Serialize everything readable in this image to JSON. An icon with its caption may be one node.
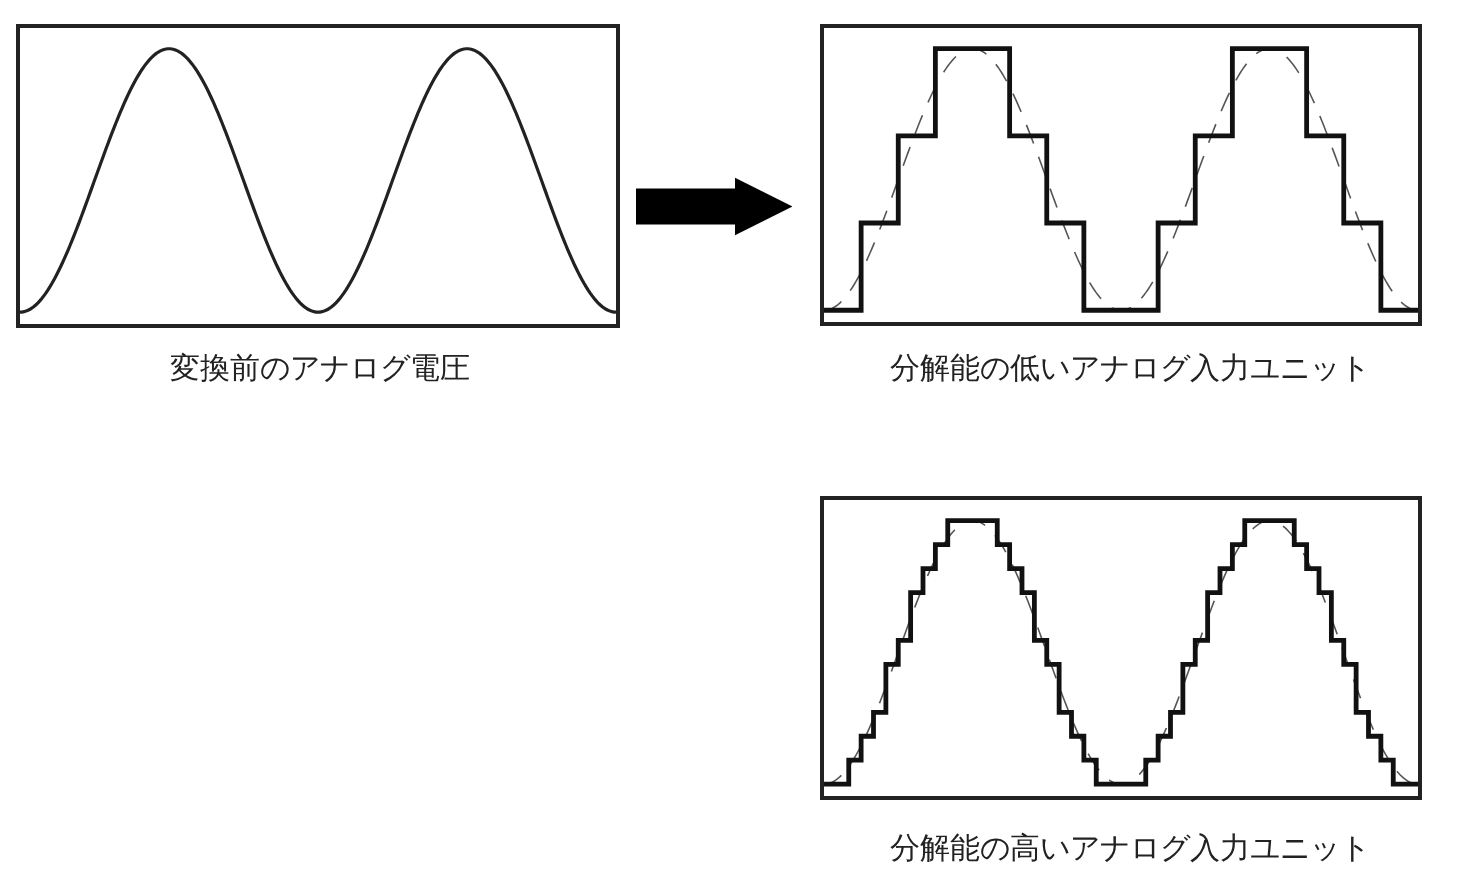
{
  "diagram": {
    "nodes": [
      {
        "text": [],
        "shape": "picture",
        "beside": [
          "変換前のアナログ電圧"
        ]
      },
      {
        "text": [],
        "shape": "picture",
        "beside": [
          "分解能の低いアナログ入力ユニット"
        ]
      },
      {
        "text": [],
        "shape": "picture",
        "beside": [
          "分解能の高いアナログ入力ユニット"
        ]
      }
    ],
    "edges": [
      {
        "from": 0,
        "to": 1,
        "arrow": "to"
      }
    ]
  }
}
